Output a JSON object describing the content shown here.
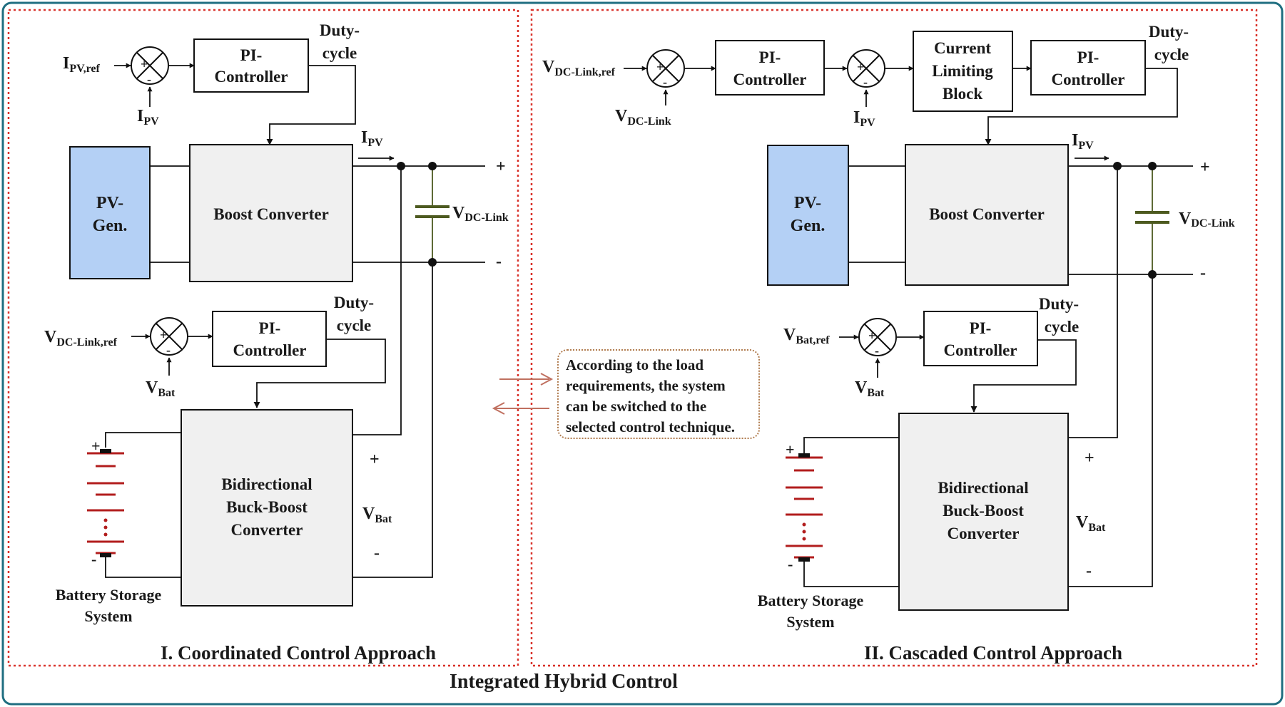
{
  "title": "Integrated Hybrid Control",
  "note": {
    "lines": [
      "According to the load",
      "requirements, the system",
      "can be switched to the",
      "selected control technique."
    ]
  },
  "colors": {
    "outer_border": "#1f6e80",
    "dotted_border": "#d9322b",
    "pv_fill": "#b4d0f5",
    "block_fill": "#f0f0f0",
    "battery": "#b21d1d",
    "capacitor": "#4d5a20",
    "arrow": "#c07060"
  },
  "left": {
    "caption": "I. Coordinated Control Approach",
    "pv_gen": [
      "PV-",
      "Gen."
    ],
    "boost": "Boost Converter",
    "pi_top": [
      "PI-",
      "Controller"
    ],
    "pi_bottom": [
      "PI-",
      "Controller"
    ],
    "duty_top": [
      "Duty-",
      "cycle"
    ],
    "duty_bottom": [
      "Duty-",
      "cycle"
    ],
    "ipv_ref": {
      "main": "I",
      "sub": "PV,ref"
    },
    "ipv_fb": {
      "main": "I",
      "sub": "PV"
    },
    "ipv_out": {
      "main": "I",
      "sub": "PV"
    },
    "vdc_ref": {
      "main": "V",
      "sub": "DC-Link,ref"
    },
    "vbat_fb": {
      "main": "V",
      "sub": "Bat"
    },
    "vdc_link": {
      "main": "V",
      "sub": "DC-Link"
    },
    "vbat_out": {
      "main": "V",
      "sub": "Bat"
    },
    "bidir": [
      "Bidirectional",
      "Buck-Boost",
      "Converter"
    ],
    "battery_label": [
      "Battery Storage",
      "System"
    ],
    "plus": "+",
    "minus": "-"
  },
  "right": {
    "caption": "II. Cascaded Control Approach",
    "pv_gen": [
      "PV-",
      "Gen."
    ],
    "boost": "Boost Converter",
    "pi_1": [
      "PI-",
      "Controller"
    ],
    "current_limit": [
      "Current",
      "Limiting",
      "Block"
    ],
    "pi_2": [
      "PI-",
      "Controller"
    ],
    "pi_bottom": [
      "PI-",
      "Controller"
    ],
    "duty_top": [
      "Duty-",
      "cycle"
    ],
    "duty_bottom": [
      "Duty-",
      "cycle"
    ],
    "vdc_ref": {
      "main": "V",
      "sub": "DC-Link,ref"
    },
    "vdc_fb": {
      "main": "V",
      "sub": "DC-Link"
    },
    "ipv_fb": {
      "main": "I",
      "sub": "PV"
    },
    "ipv_out": {
      "main": "I",
      "sub": "PV"
    },
    "vbat_ref": {
      "main": "V",
      "sub": "Bat,ref"
    },
    "vbat_fb": {
      "main": "V",
      "sub": "Bat"
    },
    "vdc_link": {
      "main": "V",
      "sub": "DC-Link"
    },
    "vbat_out": {
      "main": "V",
      "sub": "Bat"
    },
    "bidir": [
      "Bidirectional",
      "Buck-Boost",
      "Converter"
    ],
    "battery_label": [
      "Battery Storage",
      "System"
    ],
    "plus": "+",
    "minus": "-"
  },
  "summing_signs": {
    "plus": "+",
    "minus": "-"
  }
}
